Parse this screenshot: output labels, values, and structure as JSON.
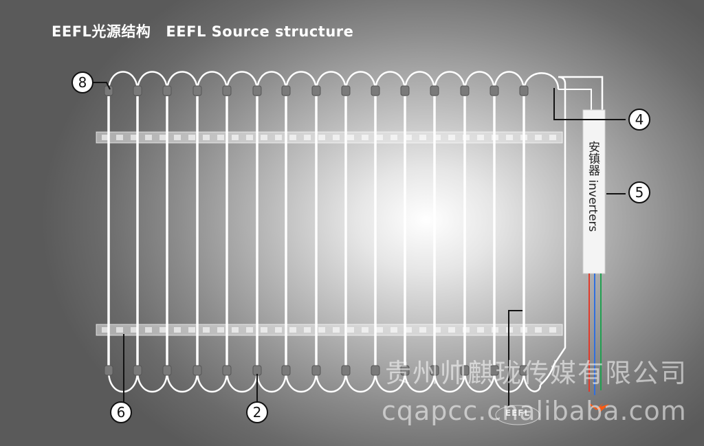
{
  "title": {
    "cn": "EEFL光源结构",
    "en": "EEFL  Source structure"
  },
  "inverter": {
    "cn": "安镇器",
    "en": "inverters"
  },
  "callouts": [
    {
      "label": "8"
    },
    {
      "label": "4"
    },
    {
      "label": "5"
    },
    {
      "label": "6"
    },
    {
      "label": "2"
    }
  ],
  "logo": {
    "text": "EEFL"
  },
  "watermark": {
    "line1": "贵州帅麒珑传媒有限公司",
    "line2": "cqapcc.cnalibaba.com"
  },
  "colors": {
    "tube": "#ffffff",
    "connector": "#7a7a7a",
    "wire_red": "#e03a2a",
    "wire_blue": "#2f6fe0",
    "wire_green": "#20a050"
  }
}
